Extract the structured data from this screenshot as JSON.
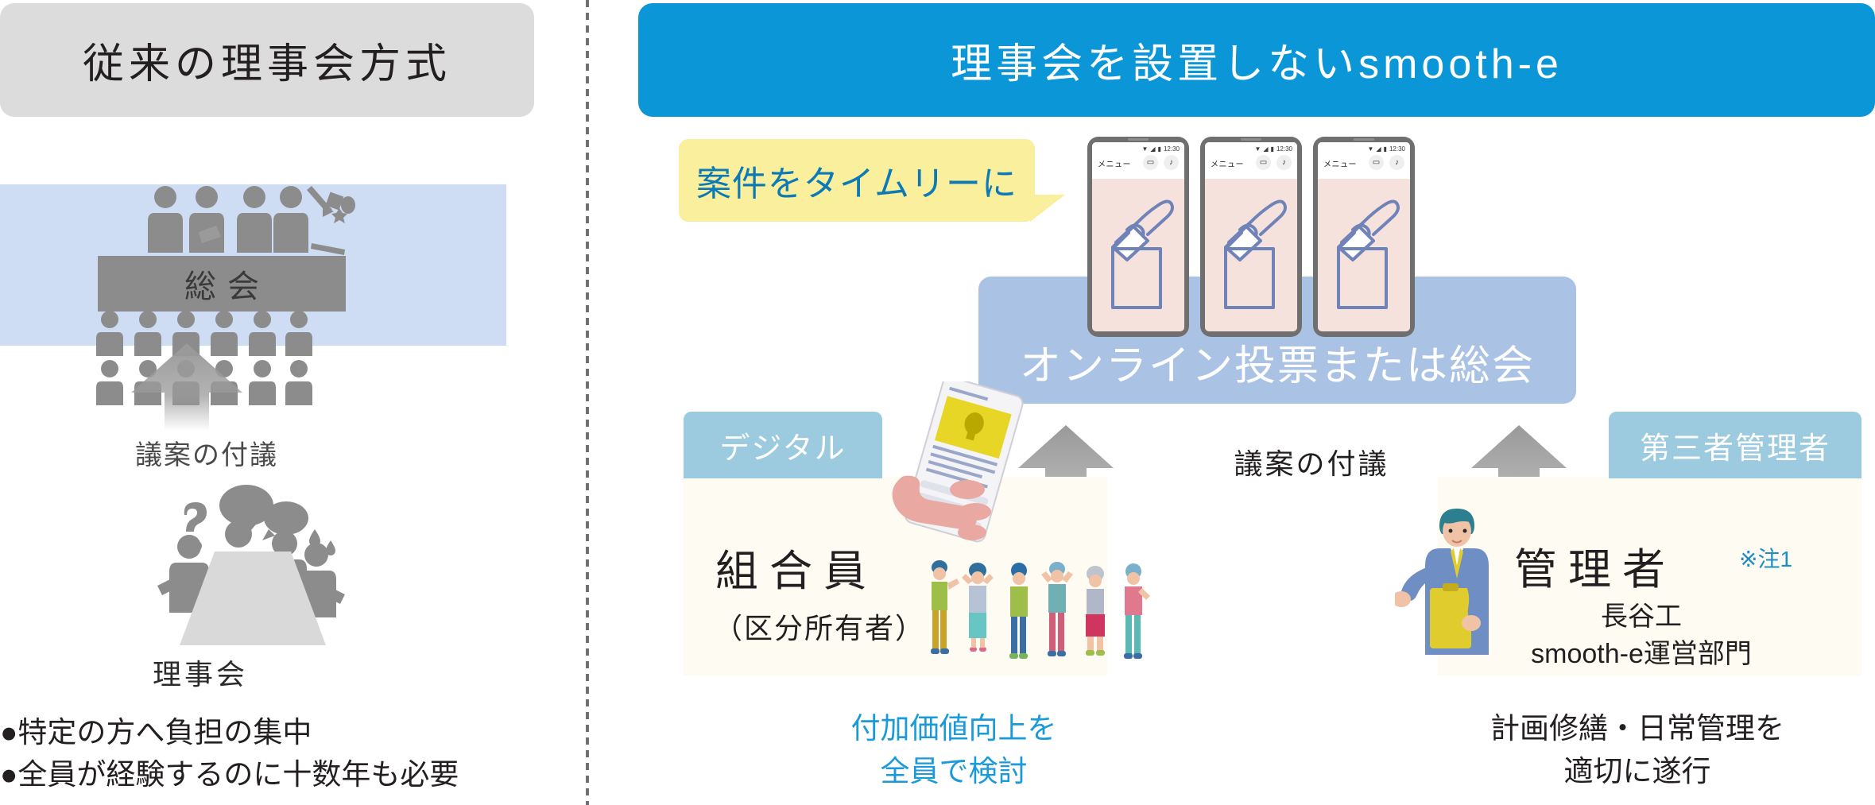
{
  "headers": {
    "left": "従来の理事会方式",
    "right": "理事会を設置しないsmooth-e"
  },
  "left_panel": {
    "assembly_label": "総会",
    "arrow_label": "議案の付議",
    "board_label": "理事会",
    "bullets": [
      "●特定の方へ負担の集中",
      "●全員が経験するのに十数年も必要"
    ]
  },
  "right_panel": {
    "speech_bubble": "案件をタイムリーに",
    "vote_card_label": "オンライン投票または総会",
    "arrow_label": "議案の付議",
    "phone": {
      "menu_label": "メニュー",
      "time": "12:30",
      "chat_icon": "chat-bubble-icon",
      "bell_icon": "bell-icon",
      "signal_icon": "signal-icon",
      "battery_icon": "battery-icon",
      "wifi_icon": "wifi-icon"
    },
    "member_card": {
      "tab": "デジタル",
      "title": "組合員",
      "subtitle": "（区分所有者）",
      "caption": [
        "付加価値向上を",
        "全員で検討"
      ]
    },
    "manager_card": {
      "tab": "第三者管理者",
      "title": "管理者",
      "note": "※注1",
      "line1": "長谷工",
      "line2": "smooth-e運営部門",
      "caption": [
        "計画修繕・日常管理を",
        "適切に遂行"
      ]
    }
  },
  "colors": {
    "header_left_bg": "#dcdcdc",
    "header_right_bg": "#0b96d8",
    "assembly_panel_bg": "#cedcf4",
    "vote_card_bg": "#aac2e4",
    "card_tab_bg": "#9ccbdf",
    "card_bg": "#fdfbf2",
    "bubble_bg": "#faef9c",
    "bubble_text": "#0d7ab5",
    "caption_blue": "#1a9ad8",
    "text_dark": "#231f20",
    "gray_icon": "#8c8c8c"
  }
}
